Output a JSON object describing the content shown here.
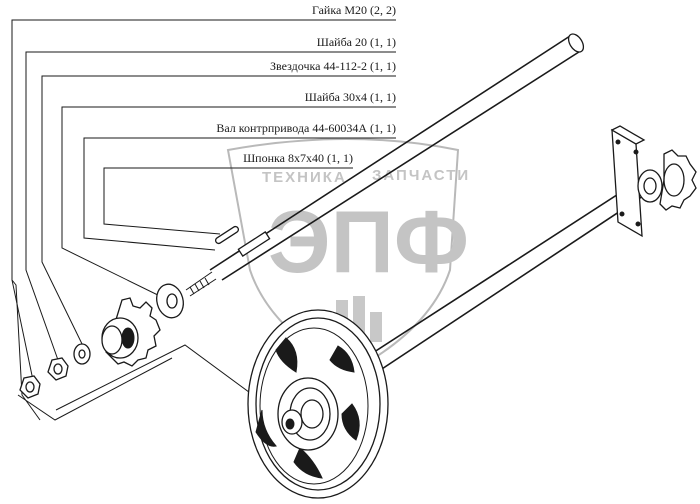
{
  "parts": [
    {
      "id": "nut",
      "label": "Гайка М20 (2, 2)"
    },
    {
      "id": "washer20",
      "label": "Шайба 20 (1, 1)"
    },
    {
      "id": "sprocket",
      "label": "Звездочка 44-112-2 (1, 1)"
    },
    {
      "id": "washer30",
      "label": "Шайба 30х4 (1, 1)"
    },
    {
      "id": "shaft",
      "label": "Вал контрпривода 44-60034А (1, 1)"
    },
    {
      "id": "key",
      "label": "Шпонка 8х7х40 (1, 1)"
    }
  ],
  "watermark": {
    "top_text": "ТЕХНИКА",
    "top_text_right": "ЗАПЧАСТИ",
    "logo": "ЭПФ"
  },
  "colors": {
    "line": "#1a1a1a",
    "watermark": "#c4c4c4"
  }
}
